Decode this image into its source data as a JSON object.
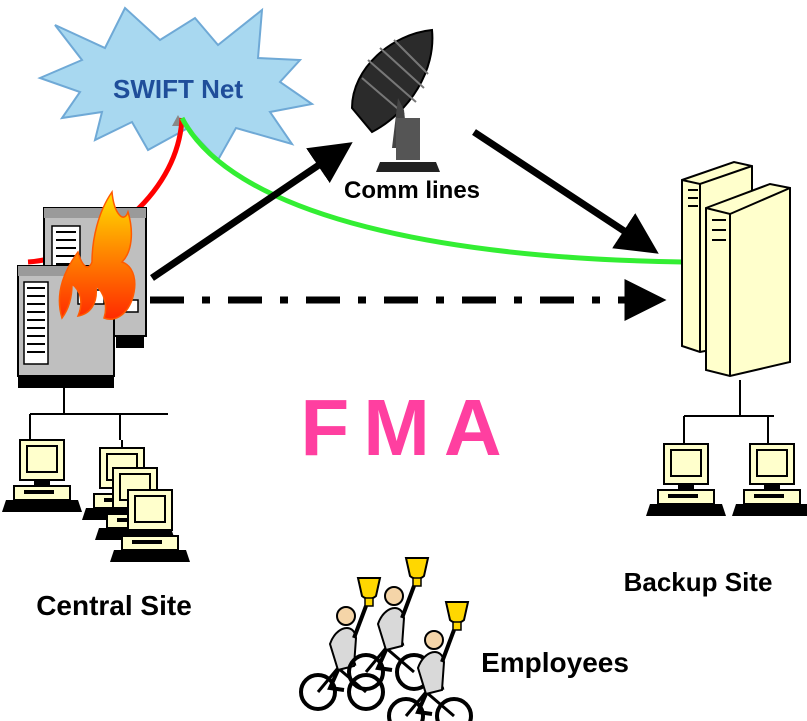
{
  "labels": {
    "swift_net": "SWIFT Net",
    "comm_lines": "Comm lines",
    "fma": "FMA",
    "central_site": "Central Site",
    "backup_site": "Backup Site",
    "employees": "Employees"
  },
  "colors": {
    "swift_cloud_fill": "#A8D8F0",
    "swift_cloud_stroke": "#6FA9D6",
    "swift_text": "#1F4E9A",
    "fma_text": "#FF3FA0",
    "red_link": "#FF0000",
    "green_link": "#33EE33",
    "arrow": "#000000",
    "server_body": "#BFBFBF",
    "backup_server": "#FFFFCC",
    "monitor_bezel": "#FFFFCC"
  },
  "icons": {
    "swift_net": "starburst-cloud-icon",
    "comm_lines": "satellite-dish-icon",
    "central_site": "server-tower-icon",
    "fire": "fire-icon",
    "backup_site": "server-tower-icon",
    "workstations": "desktop-computer-icon",
    "employees": "cyclist-trophy-icon"
  }
}
